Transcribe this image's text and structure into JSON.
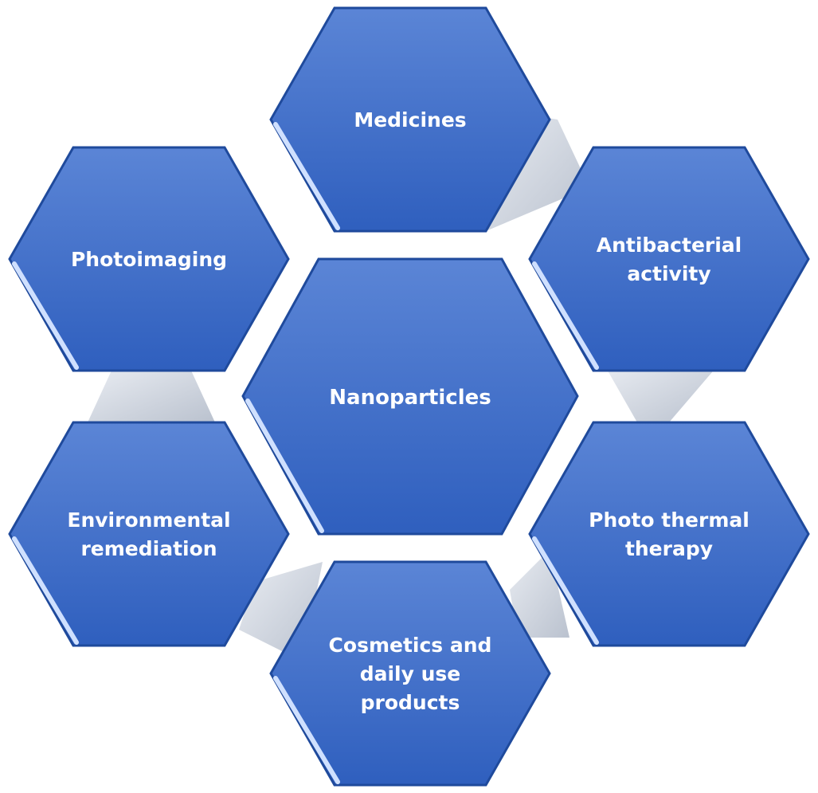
{
  "center": {
    "label": "Nanoparticles"
  },
  "applications": {
    "medicines": {
      "lines": [
        "Medicines"
      ]
    },
    "antibacterial": {
      "lines": [
        "Antibacterial",
        "activity"
      ]
    },
    "photo_thermal": {
      "lines": [
        "Photo thermal",
        "therapy"
      ]
    },
    "cosmetics": {
      "lines": [
        "Cosmetics and",
        "daily use",
        "products"
      ]
    },
    "environmental": {
      "lines": [
        "Environmental",
        "remediation"
      ]
    },
    "photoimaging": {
      "lines": [
        "Photoimaging"
      ]
    }
  },
  "colors": {
    "hex_fill_top": "#5b85d6",
    "hex_fill_bottom": "#2f5fbe",
    "hex_border": "#1f4a9c",
    "highlight": "#cfe0ff",
    "connector": "#c9d0dc",
    "text": "#ffffff"
  }
}
